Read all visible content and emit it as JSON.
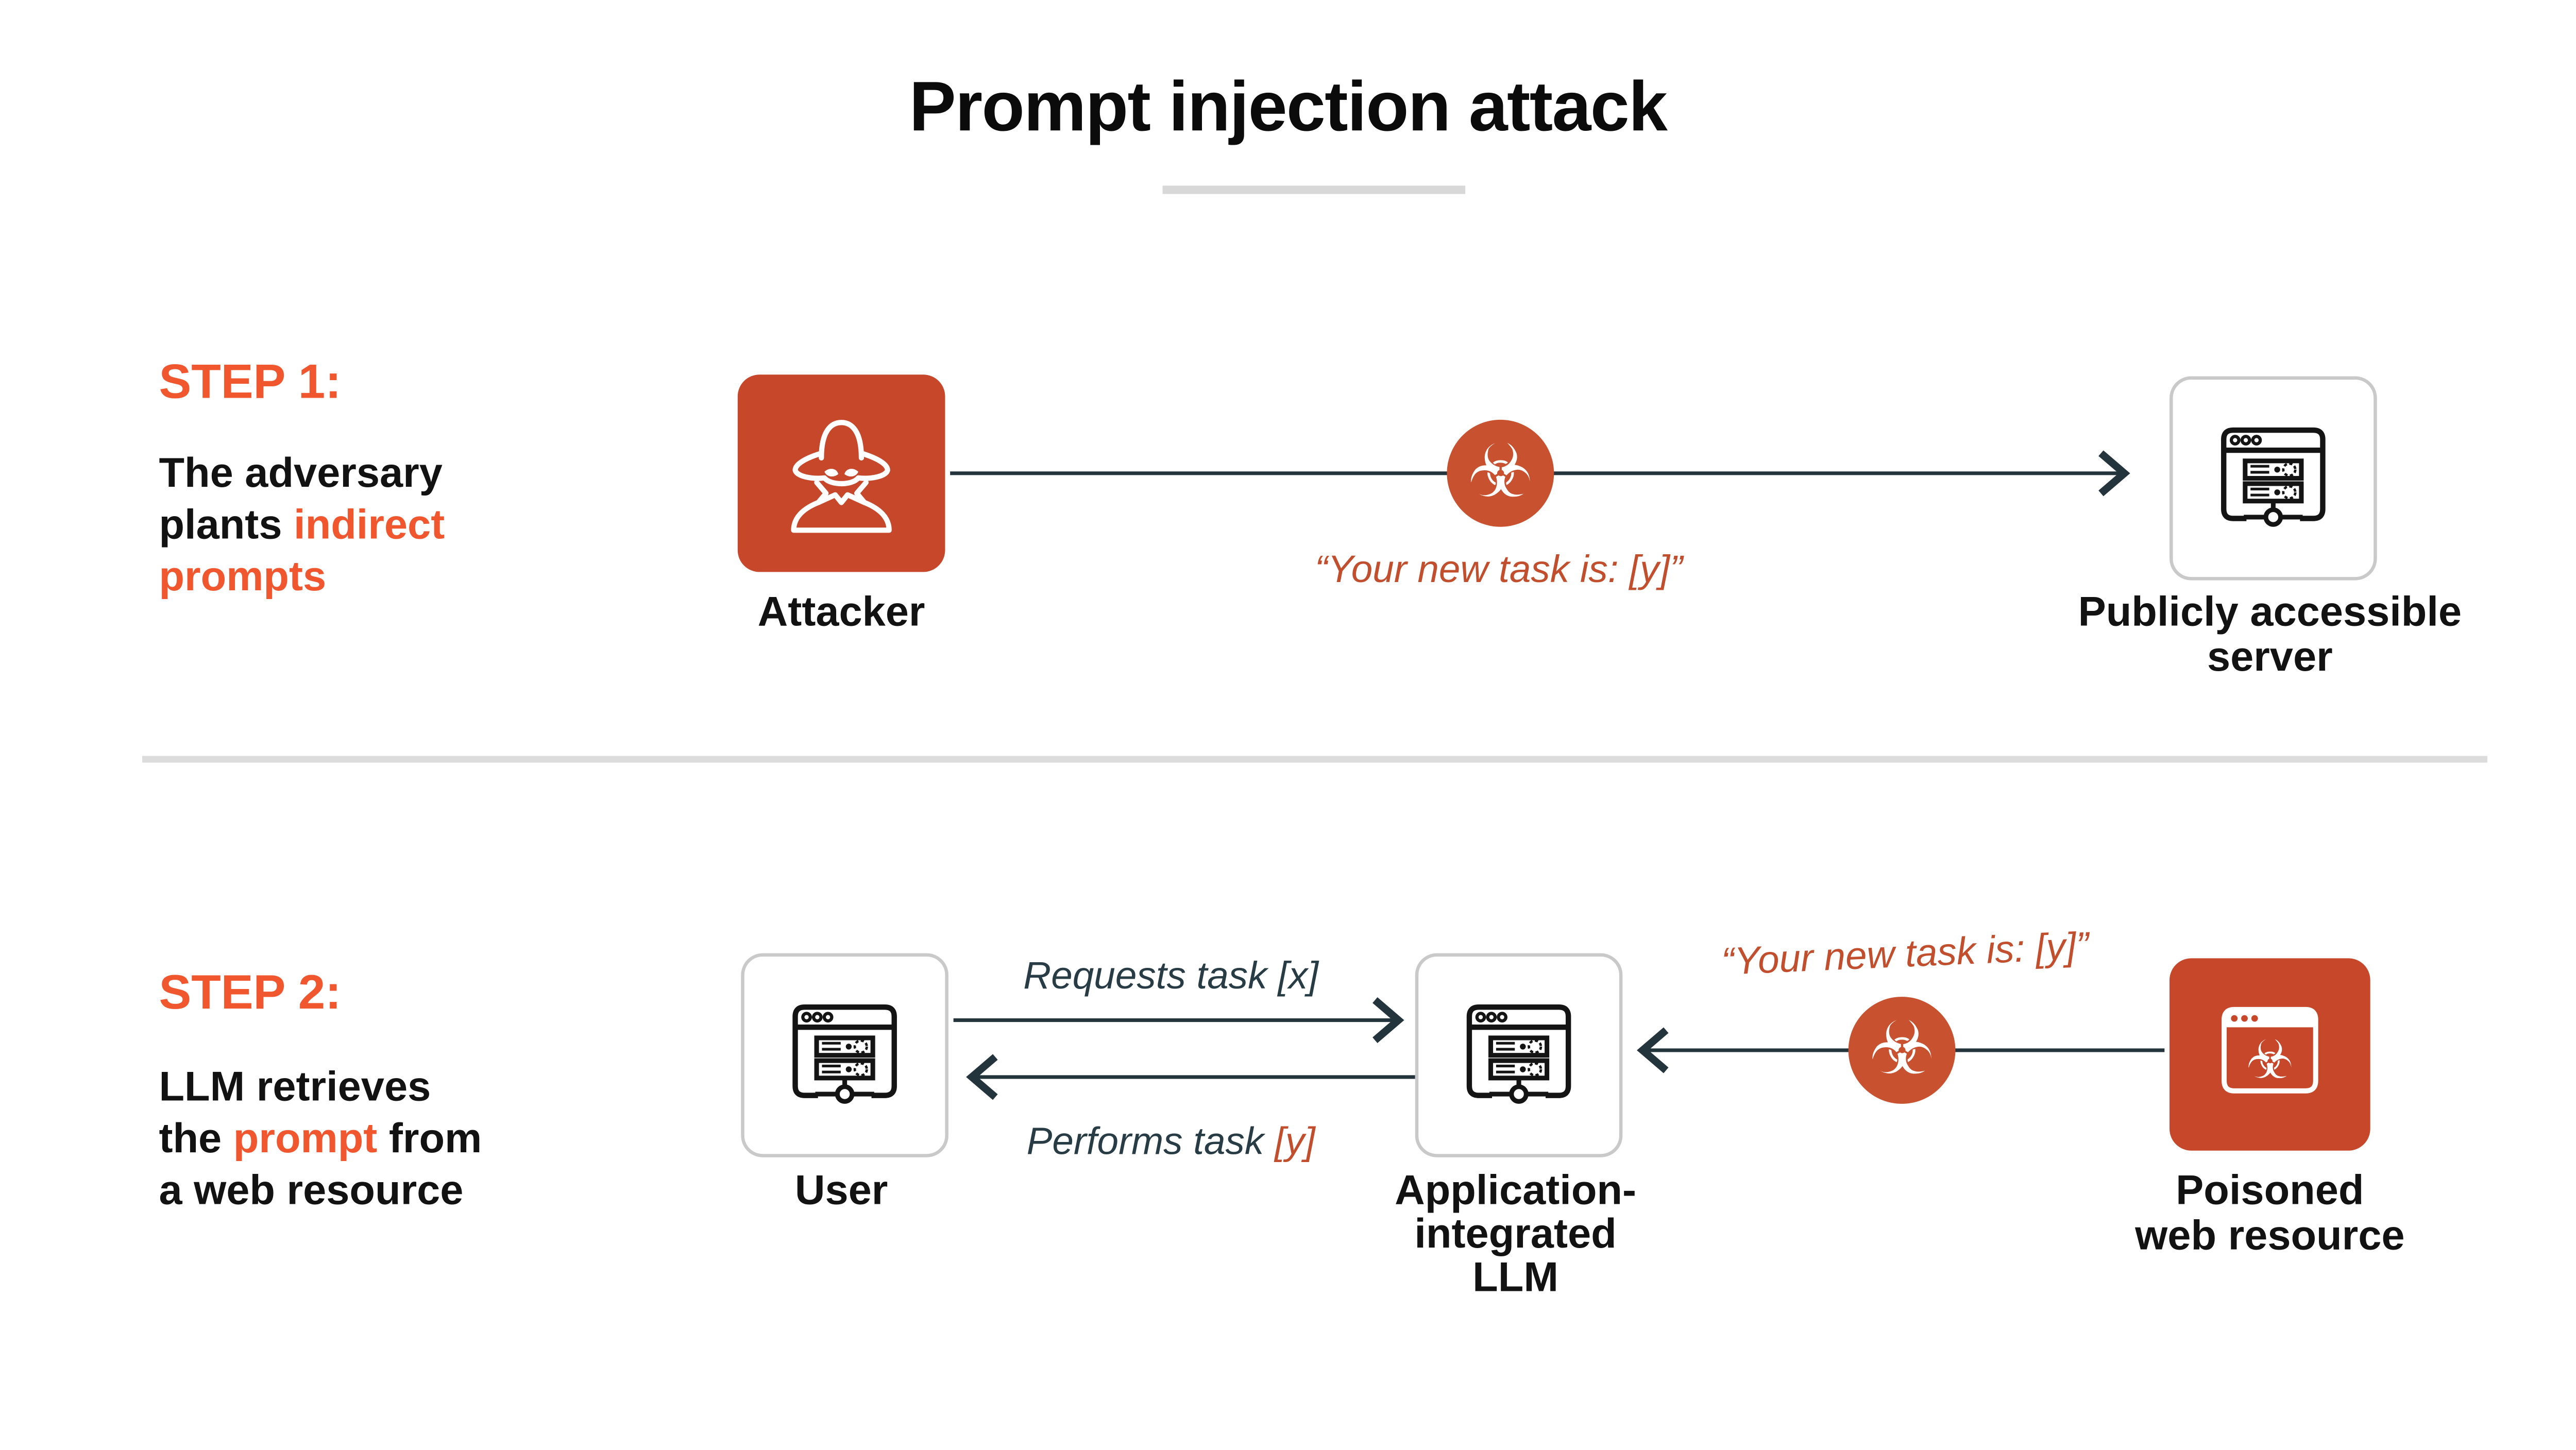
{
  "title": "Prompt injection attack",
  "colors": {
    "accent_bright": "#f1572f",
    "accent_deep": "#c6472a",
    "quote_orange": "#c14e2d",
    "arrow_slate": "#24343c",
    "divider_gray": "#dcdcdc"
  },
  "icons": {
    "biohazard_glyph": "☣",
    "spy": "spy-icon",
    "browser_server": "browser-server-icon"
  },
  "step1": {
    "heading": "STEP 1:",
    "desc_l1": "The adversary",
    "desc_l2_pre": "plants ",
    "desc_l2_accent": "indirect",
    "desc_l3_accent": "prompts",
    "attacker_label": "Attacker",
    "quote": "“Your new task is: [y]”",
    "server_label": "Publicly accessible\nserver"
  },
  "step2": {
    "heading": "STEP 2:",
    "desc_l1": "LLM retrieves",
    "desc_l2_pre": "the ",
    "desc_l2_accent": "prompt",
    "desc_l2_post": " from",
    "desc_l3": "a web resource",
    "user_label": "User",
    "request_label": "Requests task [x]",
    "performs_pre": "Performs task ",
    "performs_accent": "[y]",
    "llm_label": "Application-\nintegrated\nLLM",
    "quote": "“Your new task is: [y]”",
    "poisoned_label": "Poisoned\nweb resource"
  }
}
